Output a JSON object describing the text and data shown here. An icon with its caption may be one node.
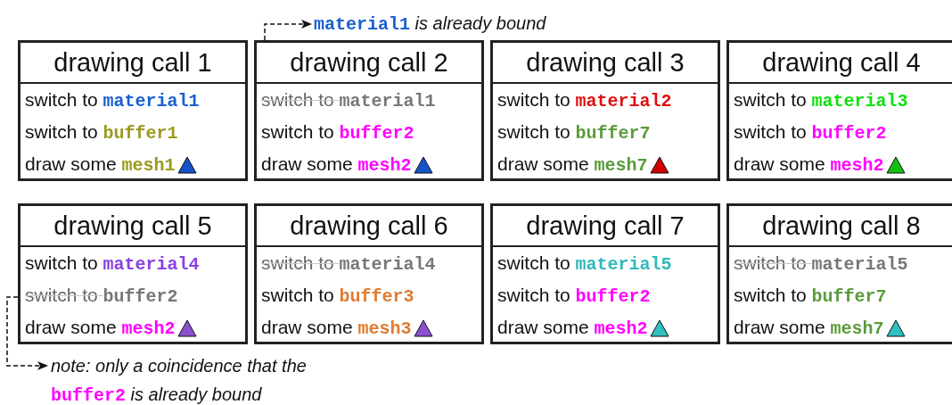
{
  "diagram": {
    "nodes": [
      {
        "text": [
          "material1 is already bound"
        ]
      },
      {
        "text": [
          "drawing call 1",
          "switch to material1",
          "switch to buffer1",
          "draw some mesh1"
        ]
      },
      {
        "text": [
          "drawing call 2",
          "switch to material1",
          "switch to buffer2",
          "draw some mesh2"
        ]
      },
      {
        "text": [
          "drawing call 3",
          "switch to material2",
          "switch to buffer7",
          "draw some mesh7"
        ]
      },
      {
        "text": [
          "drawing call 4",
          "switch to material3",
          "switch to buffer2",
          "draw some mesh2"
        ]
      },
      {
        "text": [
          "drawing call 5",
          "switch to material4",
          "switch to buffer2",
          "draw some mesh2"
        ]
      },
      {
        "text": [
          "drawing call 6",
          "switch to material4",
          "switch to buffer3",
          "draw some mesh3"
        ]
      },
      {
        "text": [
          "drawing call 7",
          "switch to material5",
          "switch to buffer2",
          "draw some mesh2"
        ]
      },
      {
        "text": [
          "drawing call 8",
          "switch to material5",
          "switch to buffer7",
          "draw some mesh7"
        ]
      },
      {
        "text": [
          "note: only a coincidence that the buffer2 is already bound"
        ]
      }
    ],
    "edges": [
      {
        "from": 2,
        "to": 0,
        "arrow": "to",
        "style": "dashed"
      },
      {
        "from": 5,
        "to": 9,
        "arrow": "to",
        "style": "dashed"
      }
    ]
  }
}
